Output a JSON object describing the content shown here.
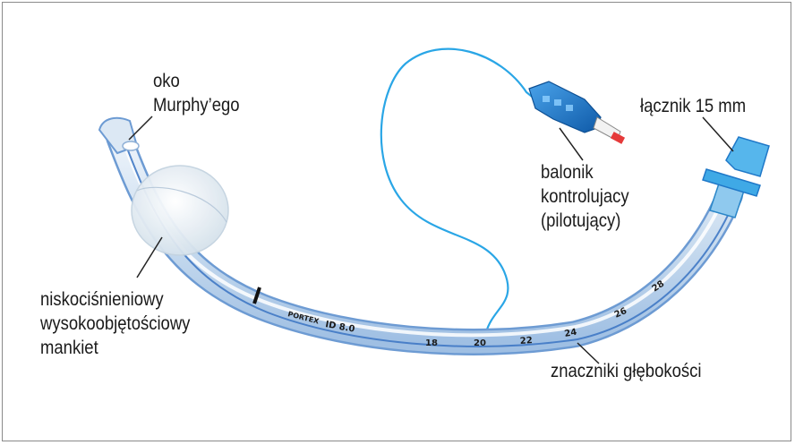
{
  "labels": {
    "murphy_eye": [
      "oko",
      "Murphy’ego"
    ],
    "connector": "łącznik 15 mm",
    "pilot_balloon": [
      "balonik",
      "kontrolujacy",
      "(pilotujący)"
    ],
    "cuff": [
      "niskociśnieniowy",
      "wysokoobjętościowy",
      "mankiet"
    ],
    "depth_markers": "znaczniki głębokości"
  },
  "tube_print": {
    "brand": "PORTEX",
    "id": "ID 8.0",
    "depth_marks": [
      "18",
      "20",
      "22",
      "24",
      "26",
      "28"
    ]
  },
  "colors": {
    "tube": "#c9dcef",
    "tube_edge": "#6d9bd3",
    "pilot_line": "#2aa6e6",
    "pilot_balloon": "#1f78c8",
    "connector": "#3fa9e6",
    "cuff": "#e6eef5",
    "text": "#1b1b1b"
  }
}
